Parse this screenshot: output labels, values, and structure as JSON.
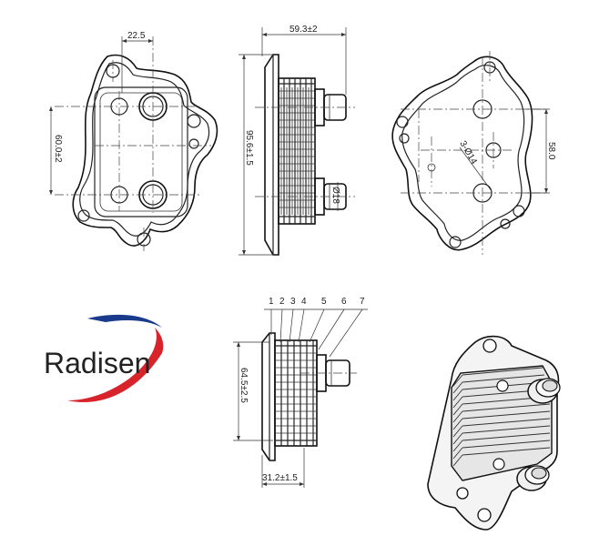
{
  "brand": {
    "name": "Radisen",
    "swoosh_colors": [
      "#d8232a",
      "#1a3a8c"
    ]
  },
  "dimensions": {
    "top_width": "22.5",
    "left_height": "60.0±2",
    "side_width": "59.3±2",
    "side_height": "95.6±1.5",
    "pipe_diameter": "Ø18",
    "bolt_circle_dia": "3-Ø14",
    "right_height": "58.0",
    "section_height": "64.5±2.5",
    "section_width": "31.2±1.5"
  },
  "callouts": [
    "1",
    "2",
    "3",
    "4",
    "5",
    "6",
    "7"
  ],
  "icons": [
    "radisen-logo",
    "oil-cooler-3d-render"
  ]
}
